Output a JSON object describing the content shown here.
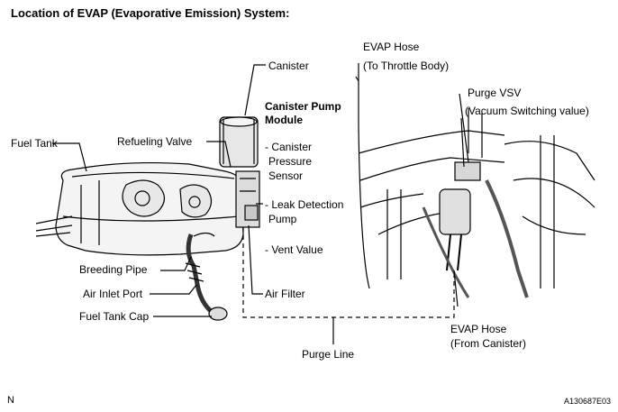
{
  "title": "Location of EVAP (Evaporative Emission) System:",
  "labels": {
    "fuel_tank": "Fuel Tank",
    "refueling_valve": "Refueling Valve",
    "canister": "Canister",
    "canister_pump_module_1": "Canister Pump",
    "canister_pump_module_2": "Module",
    "canister_pressure_sensor_1": "- Canister",
    "canister_pressure_sensor_2": "Pressure",
    "canister_pressure_sensor_3": "Sensor",
    "leak_detection_pump_1": "- Leak Detection",
    "leak_detection_pump_2": "Pump",
    "vent_value": "- Vent Value",
    "breeding_pipe": "Breeding Pipe",
    "air_inlet_port": "Air Inlet Port",
    "fuel_tank_cap": "Fuel Tank Cap",
    "air_filter": "Air Filter",
    "purge_line": "Purge Line",
    "evap_hose_throttle_1": "EVAP Hose",
    "evap_hose_throttle_2": "(To Throttle Body)",
    "purge_vsv_1": "Purge VSV",
    "purge_vsv_2": "(Vacuum Switching value)",
    "evap_hose_canister_1": "EVAP Hose",
    "evap_hose_canister_2": "(From Canister)"
  },
  "footer": {
    "left": "N",
    "right": "A130687E03"
  }
}
